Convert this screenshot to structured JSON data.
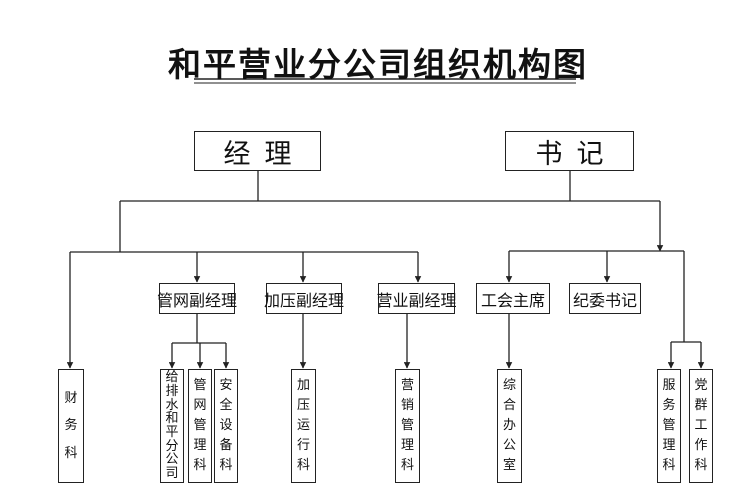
{
  "title": "和平营业分公司组织机构图",
  "leaders": [
    {
      "id": "manager",
      "label": "经理"
    },
    {
      "id": "secretary",
      "label": "书记"
    }
  ],
  "deputies": [
    {
      "id": "pipe",
      "label": "管网副经理"
    },
    {
      "id": "pressure",
      "label": "加压副经理"
    },
    {
      "id": "sales",
      "label": "营业副经理"
    },
    {
      "id": "union",
      "label": "工会主席"
    },
    {
      "id": "discipline",
      "label": "纪委书记"
    }
  ],
  "departments": [
    {
      "id": "finance",
      "label": "财务科"
    },
    {
      "id": "water",
      "label": "给排水和平分公司"
    },
    {
      "id": "network",
      "label": "管网管理科"
    },
    {
      "id": "safety",
      "label": "安全设备科"
    },
    {
      "id": "operation",
      "label": "加压运行科"
    },
    {
      "id": "marketing",
      "label": "营销管理科"
    },
    {
      "id": "office",
      "label": "综合办公室"
    },
    {
      "id": "service",
      "label": "服务管理科"
    },
    {
      "id": "party",
      "label": "党群工作科"
    }
  ]
}
